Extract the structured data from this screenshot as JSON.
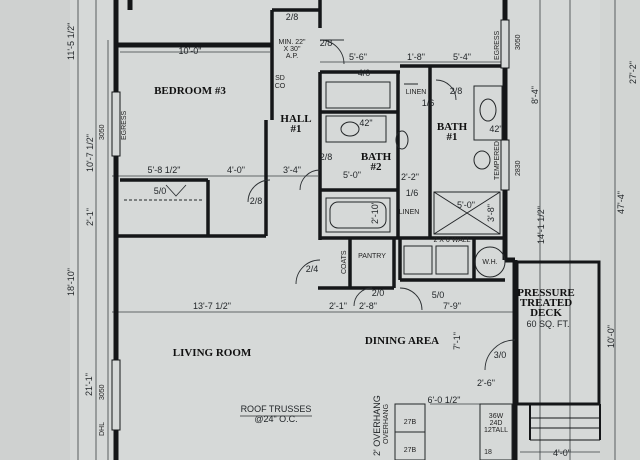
{
  "rooms": {
    "bedroom3": "BEDROOM #3",
    "hall": "HALL",
    "hall_num": "#1",
    "bath2": "BATH",
    "bath2_num": "#2",
    "bath1": "BATH",
    "bath1_num": "#1",
    "living": "LIVING ROOM",
    "dining": "DINING AREA",
    "deck_line1": "PRESSURE",
    "deck_line2": "TREATED",
    "deck_line3": "DECK",
    "deck_area": "60 SQ. FT."
  },
  "labels": {
    "coats": "COATS",
    "pantry": "PANTRY",
    "linen_upper": "LINEN",
    "linen_lower": "LINEN",
    "wh": "W.H.",
    "egress_left": "EGRESS",
    "egress_right": "EGRESS",
    "tempered": "TEMPERED",
    "roof_trusses": "ROOF TRUSSES",
    "trusses_spacing": "@24\" O.C.",
    "overhang": "OVERHANG",
    "sd_co_top": "SD",
    "sd_co_bottom": "CO",
    "attic_1": "MIN. 22\"",
    "attic_2": "X 30\"",
    "attic_3": "A.P.",
    "washer_dryer": "2 X 6 WALL",
    "cab_27b_1": "27B",
    "cab_27b_2": "27B",
    "cab_36w": "36W",
    "cab_24d": "24D",
    "cab_12": "12TALL",
    "sink_label": "18",
    "dhl": "DHL",
    "win_3050": "3050",
    "win_3050b": "3050",
    "win_3050c": "3050",
    "win_2830": "2830"
  },
  "doors": {
    "d_28_a": "2/8",
    "d_28_b": "2/8",
    "d_28_c": "2/8",
    "d_28_d": "2/8",
    "d_28_e": "2/8",
    "d_40": "4/0",
    "d_16": "1/6",
    "d_50_closet": "5/0",
    "d_24": "2/4",
    "d_20": "2/0",
    "d_50_pantry": "5/0",
    "d_30": "3/0",
    "d_16_linen": "1/6"
  },
  "dimensions": {
    "d_11_5": "11'-5 1/2\"",
    "d_10_0_top": "10'-0\"",
    "d_5_6": "5'-6\"",
    "d_1_8": "1'-8\"",
    "d_5_4": "5'-4\"",
    "d_27_2": "27'-2\"",
    "d_47_4": "47'-4\"",
    "d_8_4": "8'-4\"",
    "d_10_7": "10'-7 1/2\"",
    "d_5_8": "5'-8 1/2\"",
    "d_4_0": "4'-0\"",
    "d_3_4": "3'-4\"",
    "d_5_0": "5'-0\"",
    "d_2_1_left": "2'-1\"",
    "d_18_10": "18'-10\"",
    "d_13_7": "13'-7 1/2\"",
    "d_2_1_mid": "2'-1\"",
    "d_2_8": "2'-8\"",
    "d_7_9": "7'-9\"",
    "d_14_1": "14'-1 1/2\"",
    "d_10_0_right": "10'-0\"",
    "d_7_1": "7'-1\"",
    "d_21_1": "21'-1\"",
    "d_6_0": "6'-0 1/2\"",
    "d_2_6": "2'-6\"",
    "d_4_0_bottom": "4'-0\"",
    "d_2_10": "2'-10\"",
    "d_3_8": "3'-8\"",
    "d_5_0_bath": "5'-0\"",
    "d_2_2": "2'-2\"",
    "d_42_a": "42\"",
    "d_42_b": "42\"",
    "d_2_0_overhang": "2' OVERHANG"
  }
}
